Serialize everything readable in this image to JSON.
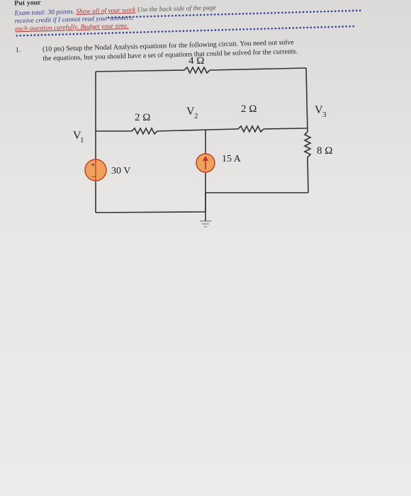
{
  "header": {
    "line0": "Put your",
    "line1_a": "Exam total:  30 points.  ",
    "line1_b": "Show all of your work",
    "line1_c": "  Use the back side of the page",
    "line2_a": "receive credit if I cannot read your answers.",
    "line3_a": "each question carefully.  ",
    "line3_b": "Budget your time."
  },
  "question": {
    "number": "1.",
    "text_line1": "(10 pts) Setup the Nodal Analysis equations for the following circuit.  You need not solve",
    "text_line2": "the equations, but you should have a set of equations that could be solved for the currents."
  },
  "circuit": {
    "labels": {
      "r_top": "4 Ω",
      "r_left": "2 Ω",
      "r_mid": "2 Ω",
      "r_right": "8 Ω",
      "v1": "V",
      "v1_sub": "1",
      "v2": "V",
      "v2_sub": "2",
      "v3": "V",
      "v3_sub": "3",
      "voltage_source": "30 V",
      "current_source": "15 A",
      "plus": "+",
      "minus": "−"
    },
    "colors": {
      "wire": "#333333",
      "source_fill": "#f0a15a",
      "source_stroke": "#c0402a",
      "source_line": "#b8302a"
    }
  }
}
